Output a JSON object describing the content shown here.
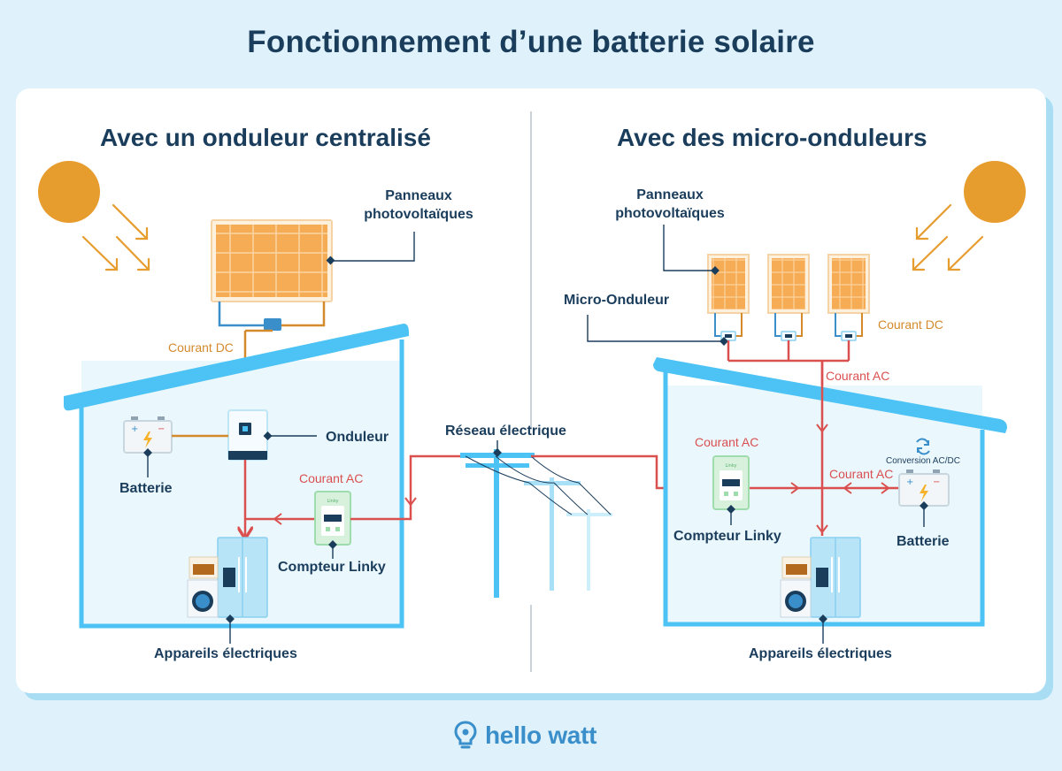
{
  "title": "Fonctionnement d’une batterie solaire",
  "left": {
    "heading": "Avec un onduleur centralisé",
    "panels_label_line1": "Panneaux",
    "panels_label_line2": "photovoltaïques",
    "dc_label": "Courant DC",
    "inverter_label": "Onduleur",
    "battery_label": "Batterie",
    "ac_label": "Courant AC",
    "meter_label": "Compteur Linky",
    "appliances_label": "Appareils électriques"
  },
  "center": {
    "grid_label": "Réseau électrique"
  },
  "right": {
    "heading": "Avec des micro-onduleurs",
    "panels_label_line1": "Panneaux",
    "panels_label_line2": "photovoltaïques",
    "micro_inverter_label": "Micro-Onduleur",
    "dc_label": "Courant DC",
    "ac_label_roof": "Courant AC",
    "ac_label_meter": "Courant AC",
    "ac_label_battery": "Courant AC",
    "conversion_label": "Conversion AC/DC",
    "meter_label": "Compteur Linky",
    "battery_label": "Batterie",
    "appliances_label": "Appareils électriques"
  },
  "brand": {
    "name": "hello watt",
    "icon": "lightbulb-icon"
  },
  "meter_brand": "Linky",
  "colors": {
    "title": "#1b3d5c",
    "sun": "#e79c2e",
    "dc_wire": "#d48a2c",
    "ac_wire": "#d9504f",
    "panel_wire": "#3a8fcb",
    "house_outline": "#4cc3f4",
    "brand": "#3a8fcb"
  }
}
